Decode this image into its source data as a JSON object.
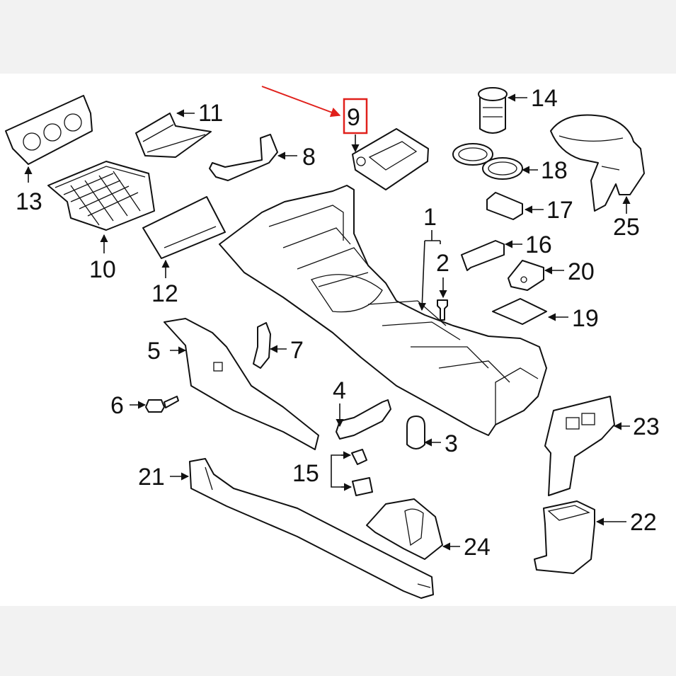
{
  "diagram": {
    "highlight_color": "#e0201b",
    "callouts": [
      {
        "id": "c1",
        "label": "1"
      },
      {
        "id": "c2",
        "label": "2"
      },
      {
        "id": "c3",
        "label": "3"
      },
      {
        "id": "c4",
        "label": "4"
      },
      {
        "id": "c5",
        "label": "5"
      },
      {
        "id": "c6",
        "label": "6"
      },
      {
        "id": "c7",
        "label": "7"
      },
      {
        "id": "c8",
        "label": "8"
      },
      {
        "id": "c9",
        "label": "9"
      },
      {
        "id": "c10",
        "label": "10"
      },
      {
        "id": "c11",
        "label": "11"
      },
      {
        "id": "c12",
        "label": "12"
      },
      {
        "id": "c13",
        "label": "13"
      },
      {
        "id": "c14",
        "label": "14"
      },
      {
        "id": "c15",
        "label": "15"
      },
      {
        "id": "c16",
        "label": "16"
      },
      {
        "id": "c17",
        "label": "17"
      },
      {
        "id": "c18",
        "label": "18"
      },
      {
        "id": "c19",
        "label": "19"
      },
      {
        "id": "c20",
        "label": "20"
      },
      {
        "id": "c21",
        "label": "21"
      },
      {
        "id": "c22",
        "label": "22"
      },
      {
        "id": "c23",
        "label": "23"
      },
      {
        "id": "c24",
        "label": "24"
      },
      {
        "id": "c25",
        "label": "25"
      }
    ],
    "highlighted_part": "9"
  }
}
